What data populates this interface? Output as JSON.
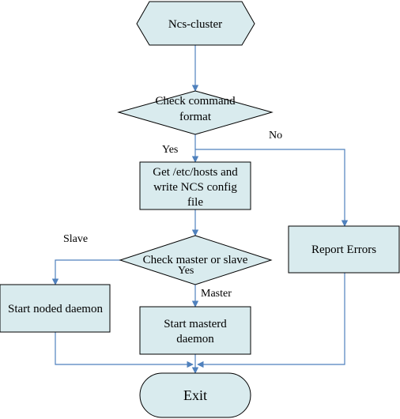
{
  "diagram": {
    "nodes": {
      "start": "Ncs-cluster",
      "check_format": [
        "Check command",
        "format"
      ],
      "get_hosts": [
        "Get /etc/hosts and",
        "write NCS config",
        "file"
      ],
      "check_role": "Check master or slave",
      "report": "Report Errors",
      "noded": "Start noded daemon",
      "masterd": [
        "Start masterd",
        "daemon"
      ],
      "exit": "Exit"
    },
    "edge_labels": {
      "yes_format": "Yes",
      "no_format": "No",
      "slave": "Slave",
      "yes_role": "Yes",
      "master": "Master"
    },
    "colors": {
      "node_fill": "#d9ebee",
      "edge": "#4f81bd",
      "border": "#000000"
    }
  }
}
